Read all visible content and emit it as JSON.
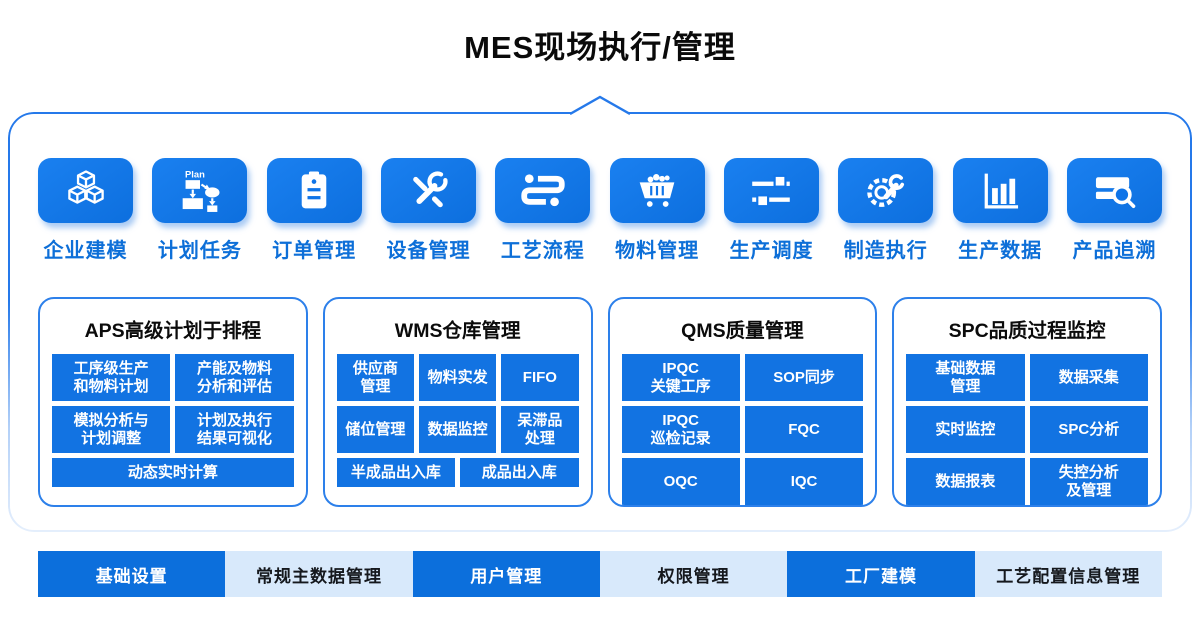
{
  "title": "MES现场执行/管理",
  "colors": {
    "primary_blue": "#0f74e8",
    "cell_blue": "#1273e2",
    "bar_solid_blue": "#0c6fdc",
    "bar_light_blue": "#d8e9fb",
    "frame_border": "#2579ea",
    "label_blue": "#0d6fd8"
  },
  "modules": [
    {
      "icon": "cubes-3d-icon",
      "label": "企业建模"
    },
    {
      "icon": "plan-flowchart-icon",
      "label": "计划任务"
    },
    {
      "icon": "clipboard-icon",
      "label": "订单管理"
    },
    {
      "icon": "tools-icon",
      "label": "设备管理"
    },
    {
      "icon": "process-flow-icon",
      "label": "工艺流程"
    },
    {
      "icon": "cart-icon",
      "label": "物料管理"
    },
    {
      "icon": "sliders-icon",
      "label": "生产调度"
    },
    {
      "icon": "gear-wrench-icon",
      "label": "制造执行"
    },
    {
      "icon": "bar-chart-icon",
      "label": "生产数据"
    },
    {
      "icon": "search-trace-icon",
      "label": "产品追溯"
    }
  ],
  "panels": [
    {
      "title": "APS高级计划于排程",
      "cols": 2,
      "cells": [
        {
          "text": "工序级生产\n和物料计划",
          "span": 1,
          "short": false
        },
        {
          "text": "产能及物料\n分析和评估",
          "span": 1,
          "short": false
        },
        {
          "text": "模拟分析与\n计划调整",
          "span": 1,
          "short": false
        },
        {
          "text": "计划及执行\n结果可视化",
          "span": 1,
          "short": false
        },
        {
          "text": "动态实时计算",
          "span": 2,
          "short": true
        }
      ]
    },
    {
      "title": "WMS仓库管理",
      "cols": 6,
      "cells": [
        {
          "text": "供应商\n管理",
          "span": 2,
          "short": false
        },
        {
          "text": "物料实发",
          "span": 2,
          "short": false
        },
        {
          "text": "FIFO",
          "span": 2,
          "short": false
        },
        {
          "text": "储位管理",
          "span": 2,
          "short": false
        },
        {
          "text": "数据监控",
          "span": 2,
          "short": false
        },
        {
          "text": "呆滞品\n处理",
          "span": 2,
          "short": false
        },
        {
          "text": "半成品出入库",
          "span": 3,
          "short": true
        },
        {
          "text": "成品出入库",
          "span": 3,
          "short": true
        }
      ]
    },
    {
      "title": "QMS质量管理",
      "cols": 2,
      "cells": [
        {
          "text": "IPQC\n关键工序",
          "span": 1,
          "short": false
        },
        {
          "text": "SOP同步",
          "span": 1,
          "short": false
        },
        {
          "text": "IPQC\n巡检记录",
          "span": 1,
          "short": false
        },
        {
          "text": "FQC",
          "span": 1,
          "short": false
        },
        {
          "text": "OQC",
          "span": 1,
          "short": false
        },
        {
          "text": "IQC",
          "span": 1,
          "short": false
        }
      ]
    },
    {
      "title": "SPC品质过程监控",
      "cols": 2,
      "cells": [
        {
          "text": "基础数据\n管理",
          "span": 1,
          "short": false
        },
        {
          "text": "数据采集",
          "span": 1,
          "short": false
        },
        {
          "text": "实时监控",
          "span": 1,
          "short": false
        },
        {
          "text": "SPC分析",
          "span": 1,
          "short": false
        },
        {
          "text": "数据报表",
          "span": 1,
          "short": false
        },
        {
          "text": "失控分析\n及管理",
          "span": 1,
          "short": false
        }
      ]
    }
  ],
  "bottom_bar": [
    {
      "label": "基础设置",
      "variant": "solid"
    },
    {
      "label": "常规主数据管理",
      "variant": "light"
    },
    {
      "label": "用户管理",
      "variant": "solid"
    },
    {
      "label": "权限管理",
      "variant": "light"
    },
    {
      "label": "工厂建模",
      "variant": "solid"
    },
    {
      "label": "工艺配置信息管理",
      "variant": "light"
    }
  ]
}
